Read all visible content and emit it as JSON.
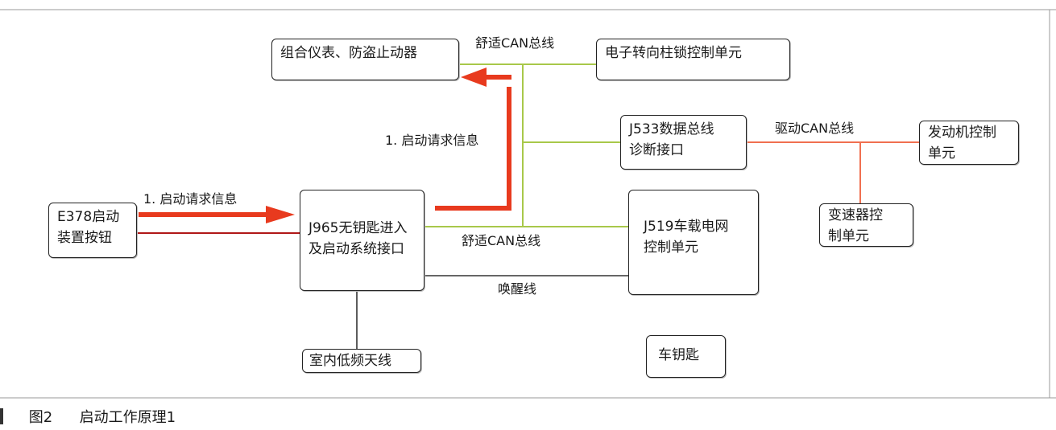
{
  "boxes": {
    "instrument": "组合仪表、防盗止动器",
    "steering_lock": "电子转向柱锁控制单元",
    "j533": [
      "J533数据总线",
      "诊断接口"
    ],
    "engine": [
      "发动机控制",
      "单元"
    ],
    "gearbox": [
      "变速器控",
      "制单元"
    ],
    "e378": [
      "E378启动",
      "装置按钮"
    ],
    "j965": [
      "J965无钥匙进入",
      "及启动系统接口"
    ],
    "j519": [
      "J519车载电网",
      "控制单元"
    ],
    "antenna": "室内低频天线",
    "car_key": "车钥匙"
  },
  "labels": {
    "comfort_can_top": "舒适CAN总线",
    "comfort_can_mid": "舒适CAN总线",
    "drive_can": "驱动CAN总线",
    "wake_line": "唤醒线",
    "start_req_1": "1. 启动请求信息",
    "start_req_2": "1. 启动请求信息"
  },
  "caption": {
    "figure": "图2",
    "title": "启动工作原理1"
  },
  "colors": {
    "comfort_can": "#a8c84a",
    "drive_can": "#f07050",
    "signal_arrow": "#e83a1e",
    "wire": "#222222"
  }
}
